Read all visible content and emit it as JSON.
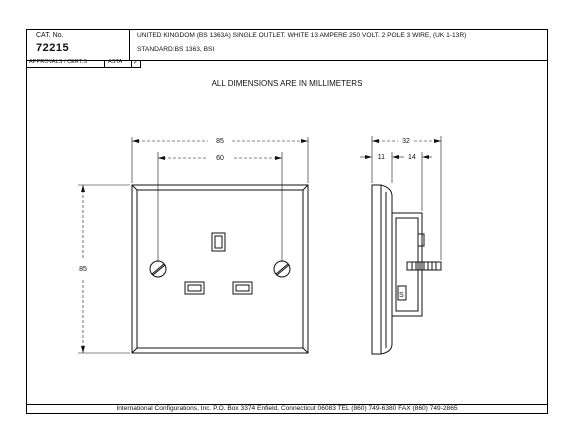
{
  "header": {
    "cat_label": "CAT. No.",
    "cat_number": "72215",
    "description": "UNITED KINGDOM (BS 1363A) SINGLE OUTLET. WHITE 13 AMPERE 250 VOLT. 2 POLE 3 WIRE, (UK 1-13R)",
    "standard": "STANDARD:BS 1363, BSI",
    "approvals": "APPROVALS / CERT.S",
    "asta": "ASTA",
    "check": "✓"
  },
  "dimensions_note": "ALL DIMENSIONS ARE IN MILLIMETERS",
  "front_view": {
    "width_label": "85",
    "screw_spacing_label": "60",
    "height_label": "85"
  },
  "side_view": {
    "depth_label": "32",
    "plate_label": "11",
    "body_label": "14"
  },
  "footer": "International Configurations, Inc. P.O. Box 3374 Enfield, Connecticut 06083 TEL (860) 749-6380 FAX (860) 749-2865"
}
